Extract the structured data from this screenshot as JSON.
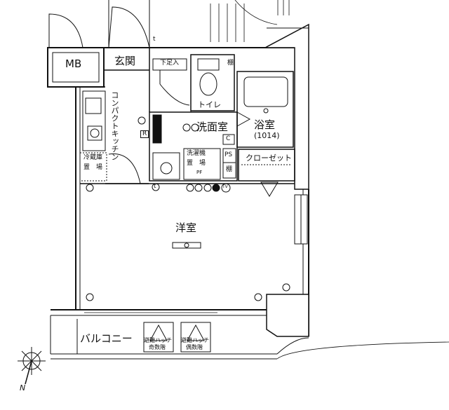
{
  "rooms": {
    "mb": "MB",
    "entrance": "玄関",
    "shoe_box": "下足入",
    "shelf": "棚",
    "toilet": "トイレ",
    "kitchen": "コンパクトキッチン",
    "washroom": "洗面室",
    "bath": "浴室",
    "bath_size": "(1014)",
    "fridge_l1": "冷蔵庫",
    "fridge_l2": "置　場",
    "washer_l1": "洗濯機",
    "washer_l2": "置　場",
    "ps": "PS",
    "c_mark": "C",
    "shelf2": "棚",
    "closet": "クローゼット",
    "western": "洋室",
    "balcony": "バルコニー",
    "hatch1_l1": "避難ハッチ",
    "hatch1_l2": "奇数階",
    "hatch2_l1": "避難ハッチ",
    "hatch2_l2": "偶数階",
    "compass": "N",
    "r_mark": "R",
    "t_mark": "t",
    "tv": "TV",
    "pf": "PF"
  }
}
